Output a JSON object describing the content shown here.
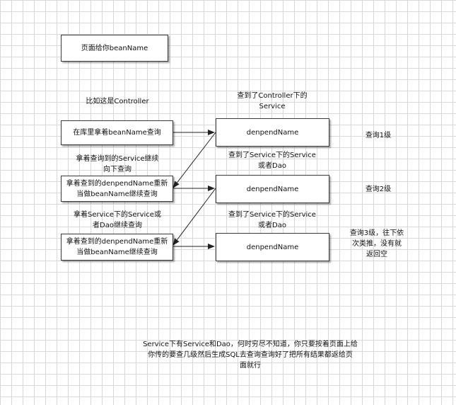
{
  "boxes": {
    "page_gives": "页面给你beanName",
    "query_in_lib": "在库里拿着beanName查询",
    "denpend1": "denpendName",
    "requery2": "拿着查到的denpendName重新当做beanName继续查询",
    "denpend2": "denpendName",
    "requery3": "拿着查到的denpendName重新当做beanName继续查询",
    "denpend3": "denpendName"
  },
  "labels": {
    "controller_example": "比如这是Controller",
    "found_controller_service": "查到了Controller下的\nService",
    "query_level1": "查询1级",
    "continue_down": "拿着查询到的Service继续\n向下查询",
    "found_service_dao_1": "查到了Service下的Service\n或者Dao",
    "query_level2": "查询2级",
    "take_service_dao": "拿着Service下的Service或\n者Dao继续查询",
    "found_service_dao_2": "查到了Service下的Service\n或者Dao",
    "query_level3": "查询3级，往下依\n次类推，没有就\n返回空",
    "footer_note": "Service下有Service和Dao，何时穷尽不知道，你只要按着页面上给\n你传的要查几级然后生成SQL去查询查询好了把所有结果都返给页\n面就行"
  }
}
